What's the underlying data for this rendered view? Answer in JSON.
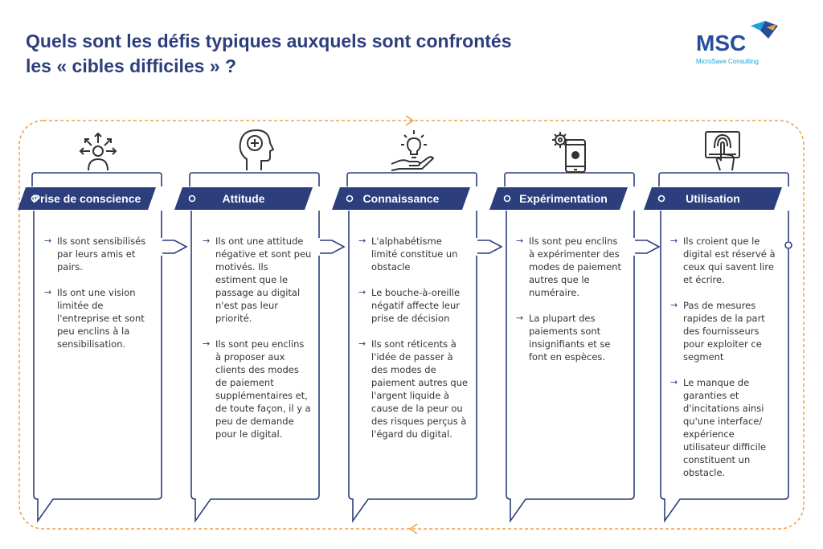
{
  "header": {
    "title_line1": "Quels sont les défis typiques auxquels sont confrontés",
    "title_line2": "les « cibles difficiles » ?"
  },
  "logo": {
    "wordmark": "MSC",
    "subtitle": "MicroSave Consulting"
  },
  "colors": {
    "navy": "#2c3e7c",
    "orange": "#f0a04b",
    "logo_blue": "#264e9b",
    "logo_cyan": "#1aa4d9"
  },
  "columns": [
    {
      "title": "Prise de conscience",
      "icon": "person-broadcast-icon",
      "items": [
        "Ils sont sensibilisés par leurs amis et pairs.",
        "Ils ont une vision limitée de l'entreprise et sont peu enclins à la sensibilisation."
      ]
    },
    {
      "title": "Attitude",
      "icon": "head-plus-icon",
      "items": [
        "Ils ont une attitude négative et sont peu motivés. Ils estiment  que le passage au digital n'est pas leur priorité.",
        "Ils sont peu enclins à proposer aux clients des modes de paiement supplémentaires et, de toute façon, il y a peu de demande pour le digital."
      ]
    },
    {
      "title": "Connaissance",
      "icon": "hand-lightbulb-icon",
      "items": [
        "L'alphabétisme limité constitue un obstacle",
        "Le bouche-à-oreille négatif affecte leur prise de décision",
        "Ils sont réticents à l'idée de passer à des modes de paiement autres que l'argent liquide à cause de la peur ou des risques perçus à l'égard du digital."
      ]
    },
    {
      "title": "Expérimentation",
      "icon": "phone-gear-icon",
      "items": [
        "Ils sont peu enclins à expérimenter des modes de paiement autres que le numéraire.",
        "La plupart des paiements sont insignifiants et se font en espèces."
      ]
    },
    {
      "title": "Utilisation",
      "icon": "touchscreen-tap-icon",
      "items": [
        "Ils croient que  le digital est réservé à ceux qui savent lire et écrire.",
        "Pas de mesures rapides de la part des fournisseurs pour exploiter  ce segment",
        "Le manque  de garanties et d'incitations ainsi qu'une interface/ expérience utilisateur difficile constituent un obstacle."
      ]
    }
  ]
}
